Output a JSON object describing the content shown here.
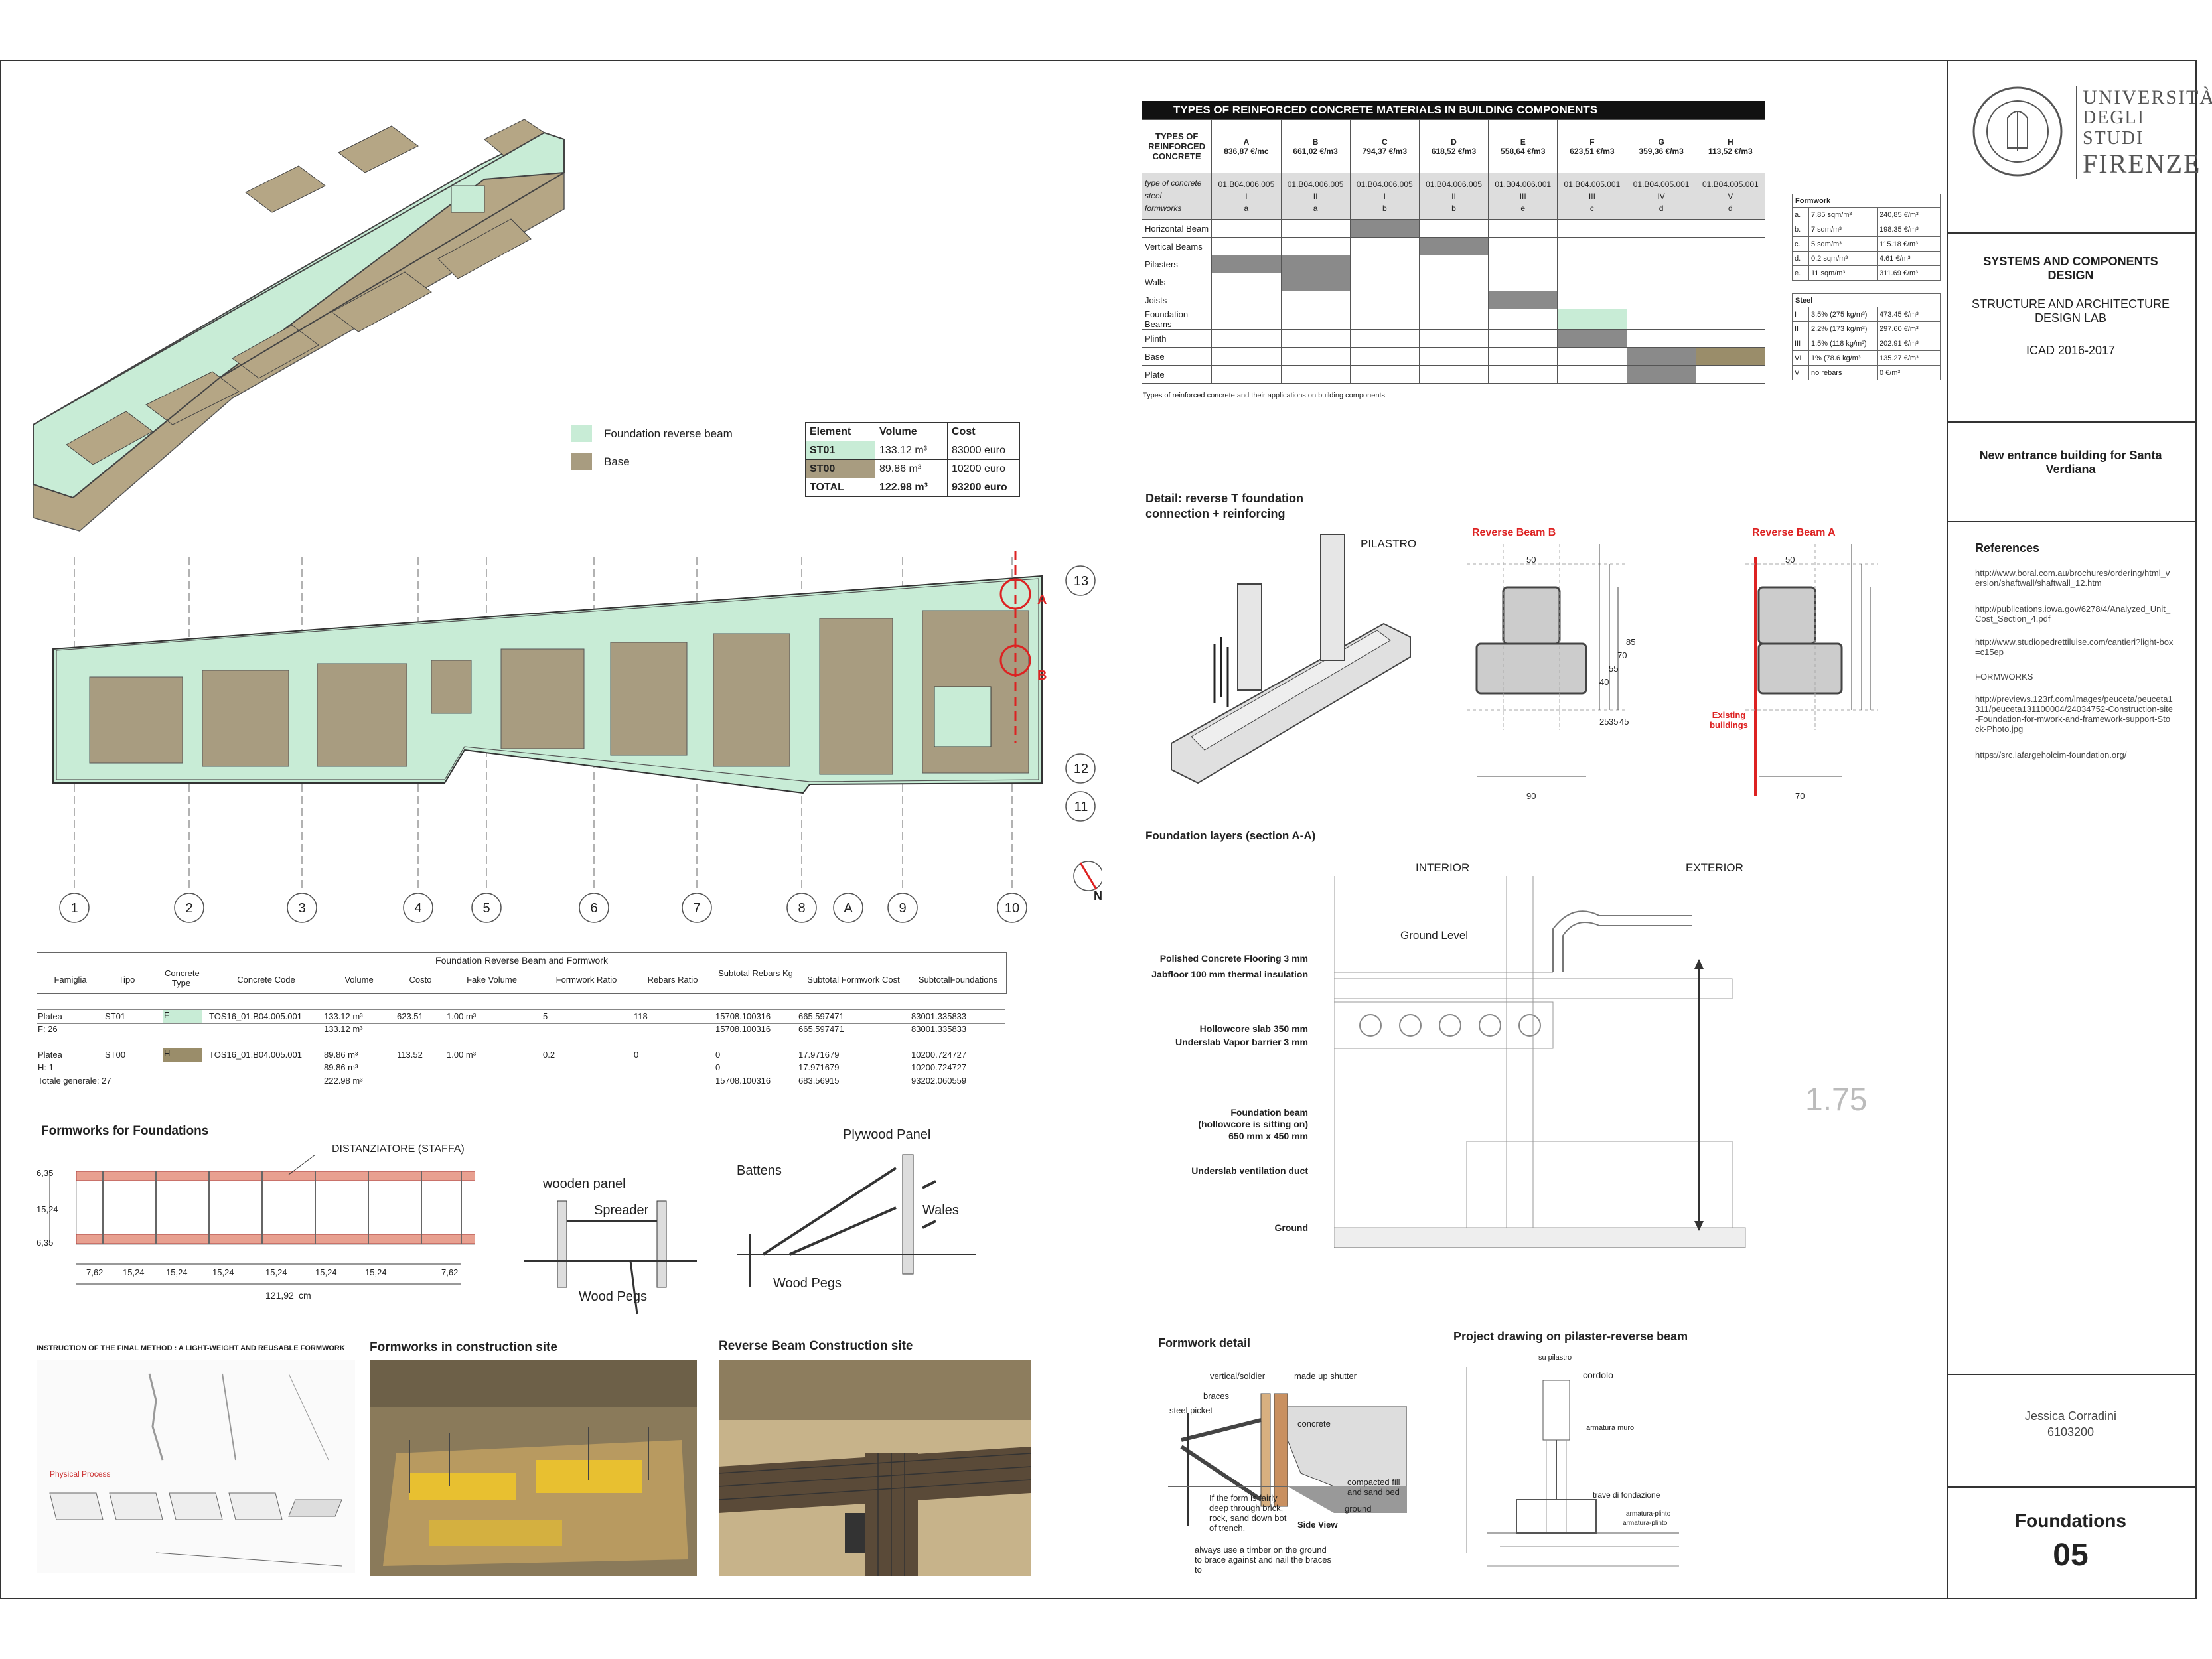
{
  "materials_table": {
    "title": "TYPES OF REINFORCED CONCRETE MATERIALS IN BUILDING COMPONENTS",
    "corner": "TYPES OF REINFORCED CONCRETE",
    "row_sub_labels": [
      "type of concrete",
      "steel",
      "formworks"
    ],
    "columns": [
      {
        "letter": "A",
        "price": "836,87 €/mc",
        "code": "01.B04.006.005",
        "steel": "I",
        "form": "a"
      },
      {
        "letter": "B",
        "price": "661,02 €/m3",
        "code": "01.B04.006.005",
        "steel": "II",
        "form": "a"
      },
      {
        "letter": "C",
        "price": "794,37 €/m3",
        "code": "01.B04.006.005",
        "steel": "I",
        "form": "b"
      },
      {
        "letter": "D",
        "price": "618,52 €/m3",
        "code": "01.B04.006.005",
        "steel": "II",
        "form": "b"
      },
      {
        "letter": "E",
        "price": "558,64 €/m3",
        "code": "01.B04.006.001",
        "steel": "III",
        "form": "e"
      },
      {
        "letter": "F",
        "price": "623,51 €/m3",
        "code": "01.B04.005.001",
        "steel": "III",
        "form": "c"
      },
      {
        "letter": "G",
        "price": "359,36 €/m3",
        "code": "01.B04.005.001",
        "steel": "IV",
        "form": "d"
      },
      {
        "letter": "H",
        "price": "113,52 €/m3",
        "code": "01.B04.005.001",
        "steel": "V",
        "form": "d"
      }
    ],
    "rows": [
      "Horizontal Beam",
      "Vertical Beams",
      "Pilasters",
      "Walls",
      "Joists",
      "Foundation Beams",
      "Plinth",
      "Base",
      "Plate"
    ],
    "caption": "Types of reinforced concrete and their applications on building components",
    "colors": {
      "grey": "#8a8a8a",
      "green": "#c8ecd6",
      "olive": "#9a8d6a"
    }
  },
  "formwork_table": {
    "title": "Formwork",
    "rows": [
      [
        "a.",
        "7.85 sqm/m³",
        "240,85 €/m³"
      ],
      [
        "b.",
        "7 sqm/m³",
        "198.35 €/m³"
      ],
      [
        "c.",
        "5 sqm/m³",
        "115.18 €/m³"
      ],
      [
        "d.",
        "0.2 sqm/m³",
        "4.61 €/m³"
      ],
      [
        "e.",
        "11 sqm/m³",
        "311.69 €/m³"
      ]
    ]
  },
  "steel_table": {
    "title": "Steel",
    "rows": [
      [
        "I",
        "3.5% (275 kg/m³)",
        "473.45 €/m³"
      ],
      [
        "II",
        "2.2% (173 kg/m³)",
        "297.60 €/m³"
      ],
      [
        "III",
        "1.5% (118 kg/m³)",
        "202.91 €/m³"
      ],
      [
        "VI",
        "1% (78.6 kg/m³",
        "135.27 €/m³"
      ],
      [
        "V",
        "no rebars",
        "0 €/m³"
      ]
    ]
  },
  "legend": {
    "item1": "Foundation reverse beam",
    "item2": "Base",
    "color1": "#c8ecd6",
    "color2": "#a89c80"
  },
  "element_table": {
    "headers": [
      "Element",
      "Volume",
      "Cost"
    ],
    "rows": [
      [
        "ST01",
        "133.12 m³",
        "83000 euro"
      ],
      [
        "ST00",
        "89.86 m³",
        "10200 euro"
      ],
      [
        "TOTAL",
        "122.98 m³",
        "93200 euro"
      ]
    ]
  },
  "plan": {
    "grid_numbers": [
      "1",
      "2",
      "3",
      "4",
      "5",
      "6",
      "7",
      "8",
      "A",
      "9",
      "10"
    ],
    "row_numbers": [
      "13",
      "12",
      "11"
    ],
    "section_marks": [
      "A",
      "B"
    ],
    "north": "N"
  },
  "schedule": {
    "title": "Foundation Reverse Beam and Formwork",
    "headers": [
      "Famiglia",
      "Tipo",
      "Concrete Type",
      "Concrete Code",
      "Volume",
      "Costo",
      "Fake Volume",
      "Formwork Ratio",
      "Rebars Ratio",
      "Subtotal Rebars Kg",
      "Subtotal Formwork Cost",
      "SubtotalFoundations"
    ],
    "row1": [
      "Platea",
      "ST01",
      "F",
      "TOS16_01.B04.005.001",
      "133.12 m³",
      "623.51",
      "1.00 m³",
      "5",
      "118",
      "15708.100316",
      "665.597471",
      "83001.335833"
    ],
    "row1b": [
      "F: 26",
      "133.12 m³",
      "15708.100316",
      "665.597471",
      "83001.335833"
    ],
    "row2": [
      "Platea",
      "ST00",
      "H",
      "TOS16_01.B04.005.001",
      "89.86 m³",
      "113.52",
      "1.00 m³",
      "0.2",
      "0",
      "0",
      "17.971679",
      "10200.724727"
    ],
    "row2b": [
      "H: 1",
      "89.86 m³",
      "0",
      "17.971679",
      "10200.724727"
    ],
    "total": [
      "Totale generale: 27",
      "222.98 m³",
      "15708.100316",
      "683.56915",
      "93202.060559"
    ]
  },
  "formworks_section": {
    "title": "Formworks for Foundations",
    "distanziatore": "DISTANZIATORE (STAFFA)",
    "dims": [
      "7,62",
      "15,24",
      "15,24",
      "15,24",
      "15,24",
      "15,24",
      "15,24",
      "7,62"
    ],
    "total_dim": "121,92",
    "unit": "cm",
    "side_dims": [
      "6,35",
      "15,24",
      "6,35"
    ],
    "sketch1": {
      "wooden_panel": "wooden panel",
      "spreader": "Spreader",
      "wood_pegs": "Wood Pegs"
    },
    "sketch2": {
      "plywood": "Plywood Panel",
      "battens": "Battens",
      "wales": "Wales",
      "wood_pegs": "Wood Pegs"
    }
  },
  "instruction_title": "INSTRUCTION OF THE FINAL METHOD : A LIGHT-WEIGHT AND REUSABLE FORMWORK",
  "photo1_title": "Formworks in construction site",
  "photo2_title": "Reverse Beam Construction site",
  "detail_rev": {
    "title": "Detail: reverse T foundation connection + reinforcing",
    "pilastro": "PILASTRO",
    "beam_b": "Reverse Beam B",
    "beam_a": "Reverse Beam A",
    "existing": "Existing buildings",
    "b_top": "50",
    "b_bottom": "90",
    "a_top": "50",
    "a_bottom": "70",
    "vdims": [
      "85",
      "70",
      "55",
      "40",
      "25",
      "35",
      "45"
    ]
  },
  "layers": {
    "title": "Foundation layers (section A-A)",
    "interior": "INTERIOR",
    "exterior": "EXTERIOR",
    "ground_level": "Ground Level",
    "height": "1.75",
    "labels": [
      "Polished Concrete Flooring 3 mm",
      "Jabfloor 100 mm thermal insulation",
      "Hollowcore slab 350 mm",
      "Underslab Vapor barrier 3 mm",
      "Foundation beam",
      "(hollowcore is sitting on)",
      "650 mm x 450 mm",
      "Underslab ventilation duct",
      "Ground"
    ]
  },
  "formwork_detail": {
    "title": "Formwork detail",
    "labels": [
      "vertical/soldier",
      "made up shutter",
      "braces",
      "steel picket",
      "concrete",
      "compacted fill and sand bed",
      "ground",
      "If the form is fairly deep through brick, rock, sand down bot of trench.",
      "Side View",
      "always use a timber on the ground to brace against and nail the braces to"
    ]
  },
  "project_drawing": {
    "title": "Project drawing on pilaster-reverse beam",
    "labels": [
      "su pilastro",
      "cordolo",
      "armatura muro",
      "trave di fondazione",
      "armatura-plinto",
      "armatura-plinto"
    ]
  },
  "titleblock": {
    "uni1": "UNIVERSITÀ",
    "uni2": "DEGLI STUDI",
    "uni3": "FIRENZE",
    "course1": "SYSTEMS AND COMPONENTS DESIGN",
    "course2": "STRUCTURE AND ARCHITECTURE DESIGN LAB",
    "year": "ICAD 2016-2017",
    "project": "New entrance building for Santa Verdiana",
    "references_title": "References",
    "references": [
      "http://www.boral.com.au/brochures/ordering/html_version/shaftwall/shaftwall_12.htm",
      "http://publications.iowa.gov/6278/4/Analyzed_Unit_Cost_Section_4.pdf",
      "http://www.studiopedrettiluise.com/cantieri?light-box=c15ep",
      "FORMWORKS",
      "http://previews.123rf.com/images/peuceta/peuceta1311/peuceta131100004/24034752-Construction-site-Foundation-for-mwork-and-framework-support-Stock-Photo.jpg",
      "https://src.lafargeholcim-foundation.org/"
    ],
    "author": "Jessica Corradini",
    "matricola": "6103200",
    "sheet_title": "Foundations",
    "sheet_number": "05"
  }
}
